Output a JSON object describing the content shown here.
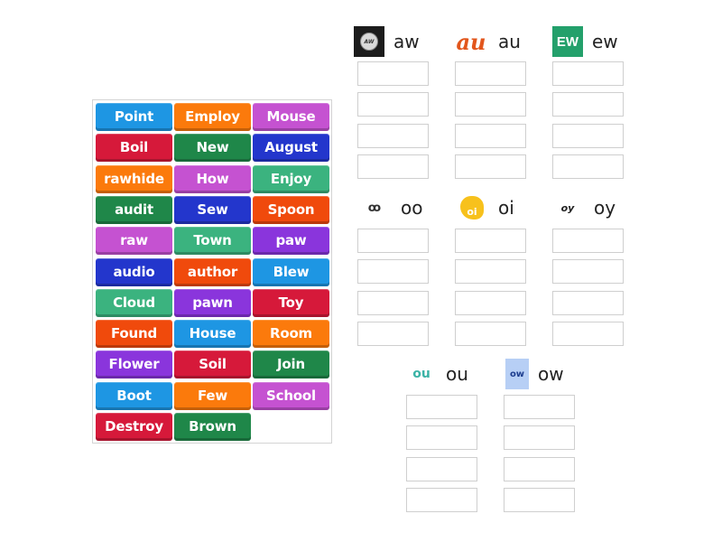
{
  "tiles": [
    {
      "label": "Point",
      "color": "#1e96e3"
    },
    {
      "label": "Employ",
      "color": "#fb7a0c"
    },
    {
      "label": "Mouse",
      "color": "#c552d1"
    },
    {
      "label": "Boil",
      "color": "#d6193a"
    },
    {
      "label": "New",
      "color": "#1f8749"
    },
    {
      "label": "August",
      "color": "#2336cc"
    },
    {
      "label": "rawhide",
      "color": "#fb7a0c"
    },
    {
      "label": "How",
      "color": "#c552d1"
    },
    {
      "label": "Enjoy",
      "color": "#3bb37f"
    },
    {
      "label": "audit",
      "color": "#1f8749"
    },
    {
      "label": "Sew",
      "color": "#2336cc"
    },
    {
      "label": "Spoon",
      "color": "#f04a0c"
    },
    {
      "label": "raw",
      "color": "#c552d1"
    },
    {
      "label": "Town",
      "color": "#3bb37f"
    },
    {
      "label": "paw",
      "color": "#8a35dc"
    },
    {
      "label": "audio",
      "color": "#2336cc"
    },
    {
      "label": "author",
      "color": "#f04a0c"
    },
    {
      "label": "Blew",
      "color": "#1e96e3"
    },
    {
      "label": "Cloud",
      "color": "#3bb37f"
    },
    {
      "label": "pawn",
      "color": "#8a35dc"
    },
    {
      "label": "Toy",
      "color": "#d6193a"
    },
    {
      "label": "Found",
      "color": "#f04a0c"
    },
    {
      "label": "House",
      "color": "#1e96e3"
    },
    {
      "label": "Room",
      "color": "#fb7a0c"
    },
    {
      "label": "Flower",
      "color": "#8a35dc"
    },
    {
      "label": "Soil",
      "color": "#d6193a"
    },
    {
      "label": "Join",
      "color": "#1f8749"
    },
    {
      "label": "Boot",
      "color": "#1e96e3"
    },
    {
      "label": "Few",
      "color": "#fb7a0c"
    },
    {
      "label": "School",
      "color": "#c552d1"
    },
    {
      "label": "Destroy",
      "color": "#d6193a"
    },
    {
      "label": "Brown",
      "color": "#1f8749"
    }
  ],
  "groups": [
    {
      "label": "aw",
      "icon": "aw-logo-icon",
      "icon_text": "AW",
      "slots": 4
    },
    {
      "label": "au",
      "icon": "au-logo-icon",
      "icon_text": "au",
      "slots": 4
    },
    {
      "label": "ew",
      "icon": "ew-logo-icon",
      "icon_text": "EW",
      "slots": 4
    },
    {
      "label": "oo",
      "icon": "oo-logo-icon",
      "icon_text": "ꝏ",
      "slots": 4
    },
    {
      "label": "oi",
      "icon": "oi-logo-icon",
      "icon_text": "oi",
      "slots": 4
    },
    {
      "label": "oy",
      "icon": "oy-logo-icon",
      "icon_text": "oy",
      "slots": 4
    },
    {
      "label": "ou",
      "icon": "ou-logo-icon",
      "icon_text": "ou",
      "slots": 4
    },
    {
      "label": "ow",
      "icon": "ow-logo-icon",
      "icon_text": "ow",
      "slots": 4
    }
  ]
}
